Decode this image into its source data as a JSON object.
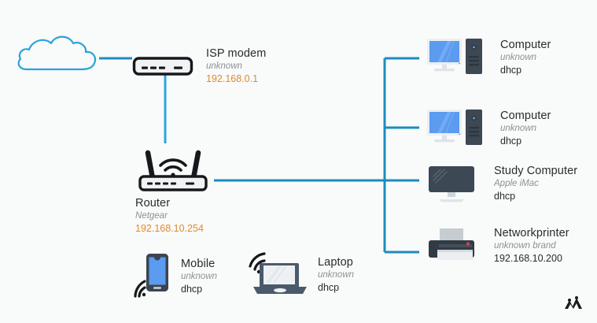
{
  "canvas": {
    "background": "#f9fafa",
    "link_color": "#1b8cbe",
    "link_color_light": "#2aa7dd",
    "accent_orange": "#e08b2c",
    "title_color": "#2b2b2b",
    "vendor_color": "#8d9095"
  },
  "nodes": {
    "cloud": {
      "name": "internet-cloud",
      "icon": "cloud-icon"
    },
    "modem": {
      "title": "ISP modem",
      "vendor": "unknown",
      "address": "192.168.0.1",
      "address_style": "orange",
      "icon": "modem-icon"
    },
    "router": {
      "title": "Router",
      "vendor": "Netgear",
      "address": "192.168.10.254",
      "address_style": "orange",
      "icon": "wifi-router-icon"
    },
    "mobile": {
      "title": "Mobile",
      "vendor": "unknown",
      "address": "dhcp",
      "address_style": "dark",
      "icon": "smartphone-icon"
    },
    "laptop": {
      "title": "Laptop",
      "vendor": "unknown",
      "address": "dhcp",
      "address_style": "dark",
      "icon": "laptop-icon"
    },
    "computer1": {
      "title": "Computer",
      "vendor": "unknown",
      "address": "dhcp",
      "address_style": "dark",
      "icon": "desktop-computer-icon"
    },
    "computer2": {
      "title": "Computer",
      "vendor": "unknown",
      "address": "dhcp",
      "address_style": "dark",
      "icon": "desktop-computer-icon"
    },
    "study_computer": {
      "title": "Study Computer",
      "vendor": "Apple iMac",
      "address": "dhcp",
      "address_style": "dark",
      "icon": "imac-icon"
    },
    "printer": {
      "title": "Networkprinter",
      "vendor": "unknown brand",
      "address": "192.168.10.200",
      "address_style": "dark",
      "icon": "printer-icon"
    }
  },
  "logo": {
    "name": "brand-logo",
    "color": "#1a1a1a"
  }
}
